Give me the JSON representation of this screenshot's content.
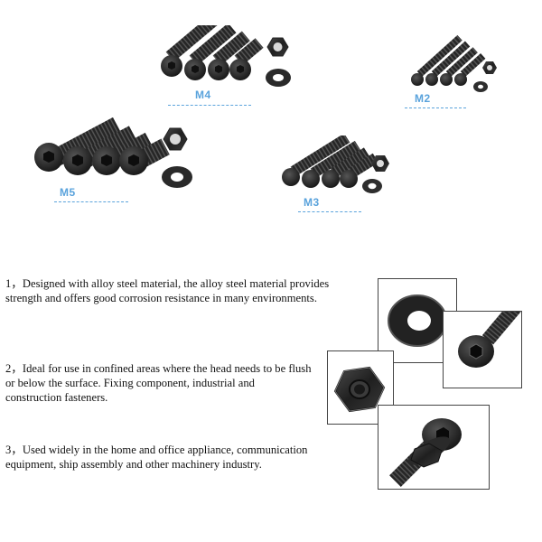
{
  "kits": {
    "m4": {
      "label": "M4"
    },
    "m2": {
      "label": "M2"
    },
    "m5": {
      "label": "M5"
    },
    "m3": {
      "label": "M3"
    }
  },
  "features": [
    {
      "text": "1，Designed with alloy steel material, the alloy steel material provides strength and offers good corrosion resistance in many environments."
    },
    {
      "text": "2，Ideal for use in confined areas where the head needs to be flush or below the surface. Fixing component, industrial and construction fasteners."
    },
    {
      "text": "3，Used widely in the home and office appliance, communication equipment, ship assembly and other machinery industry."
    }
  ],
  "colors": {
    "label": "#5aa3dc",
    "metal": "#2a2a2a"
  },
  "photos": [
    "washer",
    "socket-cap-screw",
    "hex-nut",
    "screw-nut-assembly"
  ]
}
